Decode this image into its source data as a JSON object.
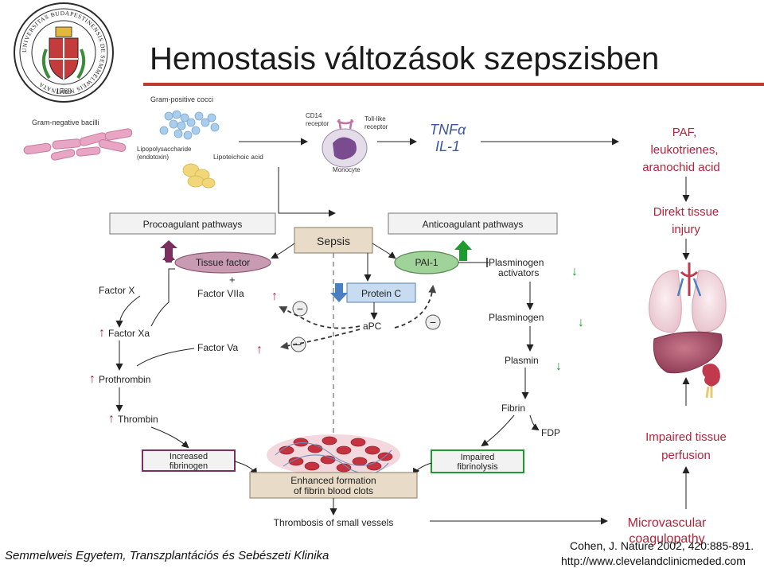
{
  "title": "Hemostasis változások szepszisben",
  "footer": "Semmelweis Egyetem, Transzplantációs és Sebészeti Klinika",
  "citation": {
    "line1": "Cohen, J. Nature 2002, 420:885-891.",
    "line2": "http://www.clevelandclinicmeded.com"
  },
  "seal": {
    "ring_text": "UNIVERSITAS BUDAPESTINENSIS DE SEMMELWEIS NOMINATA",
    "year": "1769"
  },
  "bacteria": {
    "gram_neg": "Gram-negative bacilli",
    "gram_pos": "Gram-positive cocci",
    "lps_1": "Lipopolysaccharide",
    "lps_2": "(endotoxin)",
    "lta": "Lipoteichoic acid"
  },
  "cells": {
    "cd14_1": "CD14",
    "cd14_2": "receptor",
    "tlr_1": "Toll-like",
    "tlr_2": "receptor",
    "monocyte": "Monocyte"
  },
  "mediators": {
    "tnf": "TNFα",
    "il1": "IL-1",
    "paf_1": "PAF,",
    "paf_2": "leukotrienes,",
    "paf_3": "aranochid acid",
    "direkt_1": "Direkt tissue",
    "direkt_2": "injury",
    "impaired_perf_1": "Impaired tissue",
    "impaired_perf_2": "perfusion",
    "micro_1": "Microvascular",
    "micro_2": "coagulopathy"
  },
  "pathway": {
    "procoag": "Procoagulant pathways",
    "anticoag": "Anticoagulant pathways",
    "sepsis": "Sepsis",
    "tissue_factor": "Tissue factor",
    "pai1": "PAI-1",
    "factor_x": "Factor X",
    "plus": "+",
    "factor_viia": "Factor VIIa",
    "factor_xa": "Factor Xa",
    "factor_va": "Factor Va",
    "prothrombin": "Prothrombin",
    "thrombin": "Thrombin",
    "protein_c": "Protein C",
    "apc": "aPC",
    "plasminogen_act_1": "Plasminogen",
    "plasminogen_act_2": "activators",
    "plasminogen": "Plasminogen",
    "plasmin": "Plasmin",
    "fibrin": "Fibrin",
    "fdp": "FDP",
    "increased_fib_1": "Increased",
    "increased_fib_2": "fibrinogen",
    "impaired_fibrinolysis_1": "Impaired",
    "impaired_fibrinolysis_2": "fibrinolysis",
    "enhanced_1": "Enhanced formation",
    "enhanced_2": "of fibrin blood clots",
    "thrombosis": "Thrombosis of small vessels",
    "minus": "−",
    "up_arrow": "↑",
    "down_arrow": "↓"
  },
  "colors": {
    "title_rule": "#c0392b",
    "mediator_red": "#b3243a",
    "tnf_blue": "#3a55a4",
    "tissue_factor_fill": "#c99bb3",
    "pai1_fill": "#9fd39a",
    "protein_c_fill": "#c7dcf0",
    "sepsis_fill": "#e8dcc8",
    "increased_border": "#7b2f5e",
    "impaired_border": "#1f9a2f",
    "up_purple": "#7b2f5e",
    "up_green": "#1f9a2f",
    "down_blue": "#4a7fc1"
  }
}
